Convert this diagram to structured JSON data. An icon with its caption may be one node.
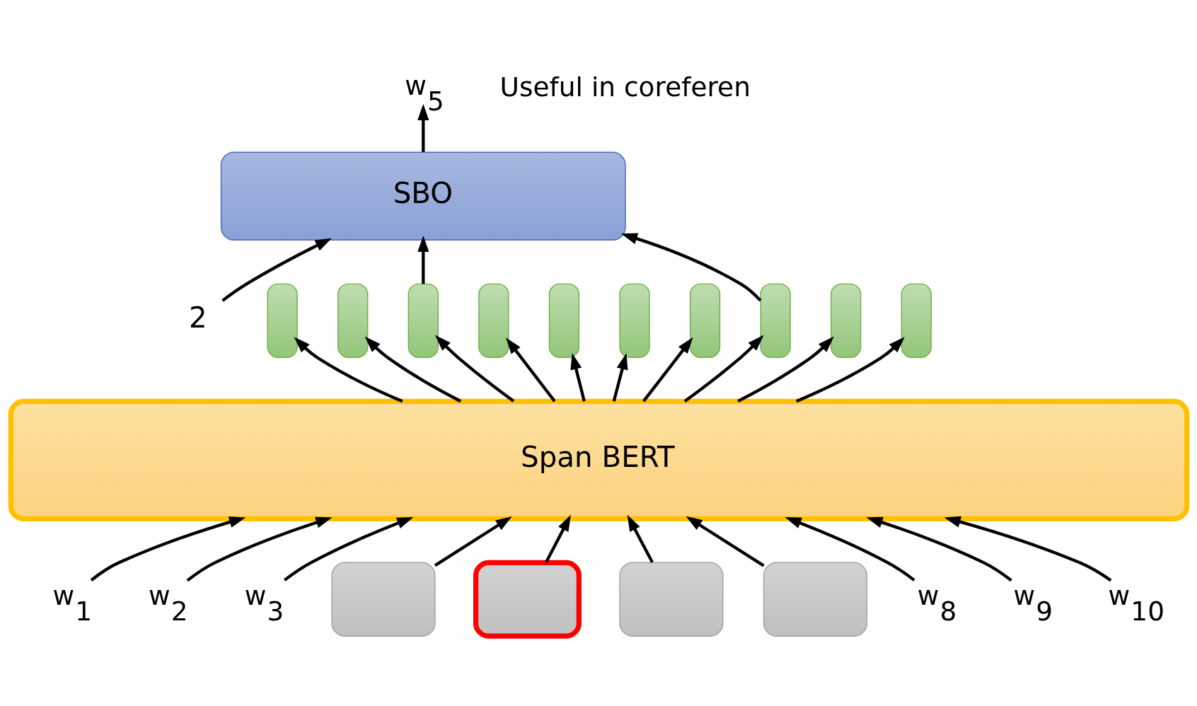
{
  "diagram": {
    "nodes": [
      {
        "text": [
          "w$_{5}$"
        ]
      },
      {
        "text": [
          "SBO"
        ]
      },
      {
        "text": [
          "2"
        ]
      },
      {
        "text": [],
        "shape": "bar"
      },
      {
        "text": [],
        "shape": "bar"
      },
      {
        "text": [],
        "shape": "bar"
      },
      {
        "text": [],
        "shape": "bar"
      },
      {
        "text": [],
        "shape": "bar"
      },
      {
        "text": [],
        "shape": "bar"
      },
      {
        "text": [],
        "shape": "bar"
      },
      {
        "text": [],
        "shape": "bar"
      },
      {
        "text": [],
        "shape": "bar"
      },
      {
        "text": [],
        "shape": "bar"
      },
      {
        "text": [
          "Span BERT"
        ]
      },
      {
        "text": [
          "w$_{1}$"
        ]
      },
      {
        "text": [
          "w$_{2}$"
        ]
      },
      {
        "text": [
          "w$_{3}$"
        ]
      },
      {
        "text": [],
        "shape": "box"
      },
      {
        "text": [],
        "shape": "box"
      },
      {
        "text": [],
        "shape": "box"
      },
      {
        "text": [],
        "shape": "box"
      },
      {
        "text": [
          "w$_{8}$"
        ]
      },
      {
        "text": [
          "w$_{9}$"
        ]
      },
      {
        "text": [
          "w$_{10}$"
        ]
      }
    ],
    "edges": [
      {
        "from": 1,
        "to": 0,
        "arrow": "to"
      },
      {
        "from": 2,
        "to": 1,
        "arrow": "to"
      },
      {
        "from": 5,
        "to": 1,
        "arrow": "to"
      },
      {
        "from": 10,
        "to": 1,
        "arrow": "to"
      },
      {
        "from": 13,
        "to": 3,
        "arrow": "to"
      },
      {
        "from": 13,
        "to": 4,
        "arrow": "to"
      },
      {
        "from": 13,
        "to": 5,
        "arrow": "to"
      },
      {
        "from": 13,
        "to": 6,
        "arrow": "to"
      },
      {
        "from": 13,
        "to": 7,
        "arrow": "to"
      },
      {
        "from": 13,
        "to": 8,
        "arrow": "to"
      },
      {
        "from": 13,
        "to": 9,
        "arrow": "to"
      },
      {
        "from": 13,
        "to": 10,
        "arrow": "to"
      },
      {
        "from": 13,
        "to": 11,
        "arrow": "to"
      },
      {
        "from": 13,
        "to": 12,
        "arrow": "to"
      },
      {
        "from": 14,
        "to": 13,
        "arrow": "to"
      },
      {
        "from": 15,
        "to": 13,
        "arrow": "to"
      },
      {
        "from": 16,
        "to": 13,
        "arrow": "to"
      },
      {
        "from": 17,
        "to": 13,
        "arrow": "to"
      },
      {
        "from": 18,
        "to": 13,
        "arrow": "to"
      },
      {
        "from": 19,
        "to": 13,
        "arrow": "to"
      },
      {
        "from": 20,
        "to": 13,
        "arrow": "to"
      },
      {
        "from": 21,
        "to": 13,
        "arrow": "to"
      },
      {
        "from": 22,
        "to": 13,
        "arrow": "to"
      },
      {
        "from": 23,
        "to": 13,
        "arrow": "to"
      }
    ],
    "labels": [
      "Useful in coreferen"
    ]
  }
}
